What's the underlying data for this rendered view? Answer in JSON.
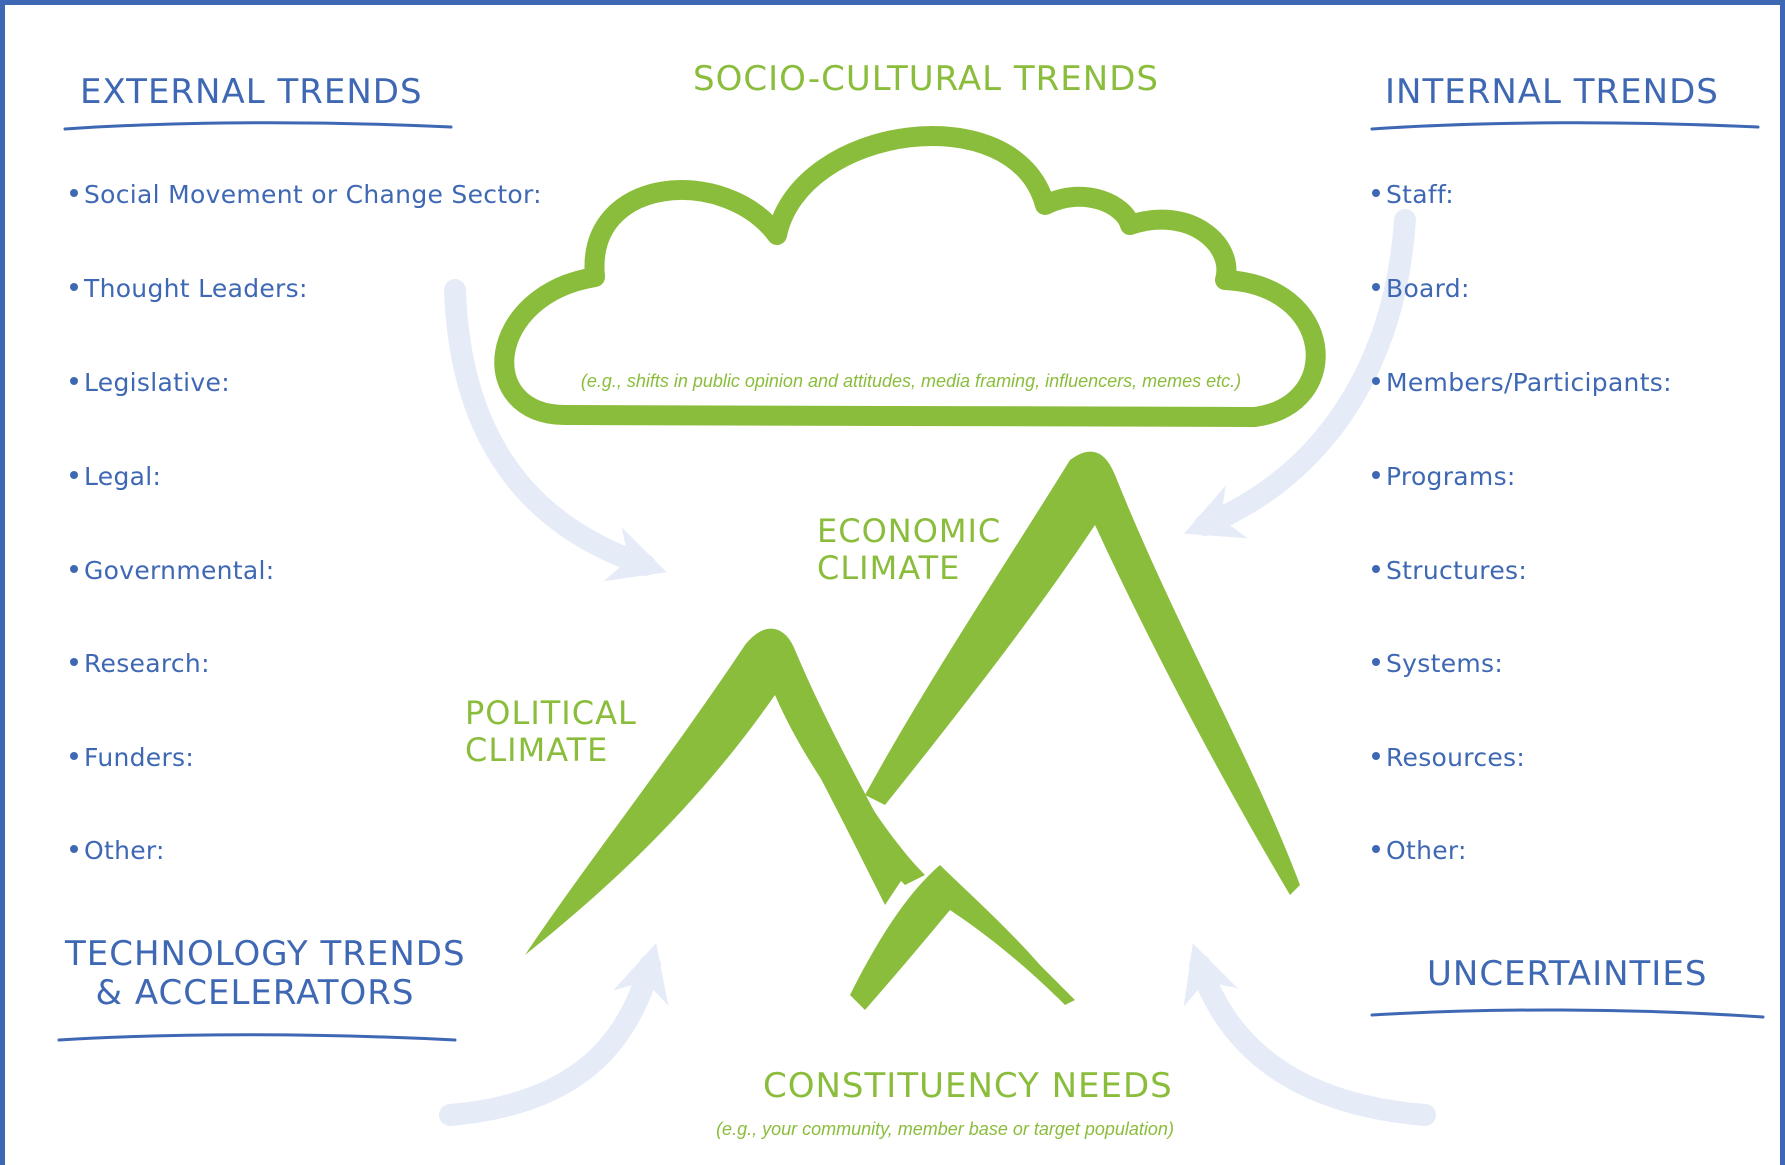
{
  "colors": {
    "border": "#3f68b4",
    "blue_text": "#3f68b4",
    "green": "#8bbd3c",
    "arrow": "#e6ecf7"
  },
  "headings": {
    "external": "EXTERNAL TRENDS",
    "socio": "SOCIO-CULTURAL TRENDS",
    "internal": "INTERNAL TRENDS",
    "economic": [
      "ECONOMIC",
      "CLIMATE"
    ],
    "political": [
      "POLITICAL",
      "CLIMATE"
    ],
    "technology": [
      "TECHNOLOGY TRENDS",
      "& ACCELERATORS"
    ],
    "uncertainties": "UNCERTAINTIES",
    "constituency": "CONSTITUENCY NEEDS"
  },
  "notes": {
    "socio": "(e.g., shifts in public opinion and attitudes, media framing, influencers, memes etc.)",
    "constituency": "(e.g., your community, member base or target population)"
  },
  "external_items": [
    "Social Movement or Change Sector:",
    "Thought Leaders:",
    "Legislative:",
    "Legal:",
    "Governmental:",
    "Research:",
    "Funders:",
    "Other:"
  ],
  "internal_items": [
    "Staff:",
    "Board:",
    "Members/Participants:",
    "Programs:",
    "Structures:",
    "Systems:",
    "Resources:",
    "Other:"
  ]
}
